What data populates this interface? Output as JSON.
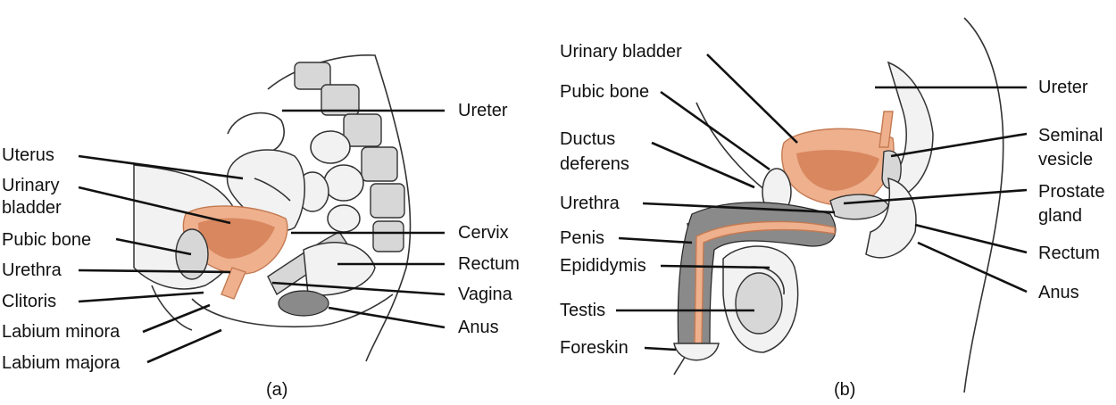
{
  "panel_a": {
    "caption": "(a)",
    "labels": {
      "ureter": "Ureter",
      "uterus": "Uterus",
      "urinary_bladder_1": "Urinary",
      "urinary_bladder_2": "bladder",
      "pubic_bone": "Pubic bone",
      "urethra": "Urethra",
      "clitoris": "Clitoris",
      "labium_minora": "Labium minora",
      "labium_majora": "Labium majora",
      "cervix": "Cervix",
      "rectum": "Rectum",
      "vagina": "Vagina",
      "anus": "Anus"
    }
  },
  "panel_b": {
    "caption": "(b)",
    "labels": {
      "urinary_bladder": "Urinary bladder",
      "pubic_bone": "Pubic bone",
      "ductus_1": "Ductus",
      "ductus_2": "deferens",
      "urethra": "Urethra",
      "penis": "Penis",
      "epididymis": "Epididymis",
      "testis": "Testis",
      "foreskin": "Foreskin",
      "ureter": "Ureter",
      "seminal_1": "Seminal",
      "seminal_2": "vesicle",
      "prostate_1": "Prostate",
      "prostate_2": "gland",
      "rectum": "Rectum",
      "anus": "Anus"
    }
  },
  "colors": {
    "organ": "#eeb08d",
    "organ_dark": "#d9875f",
    "line": "#111111"
  }
}
